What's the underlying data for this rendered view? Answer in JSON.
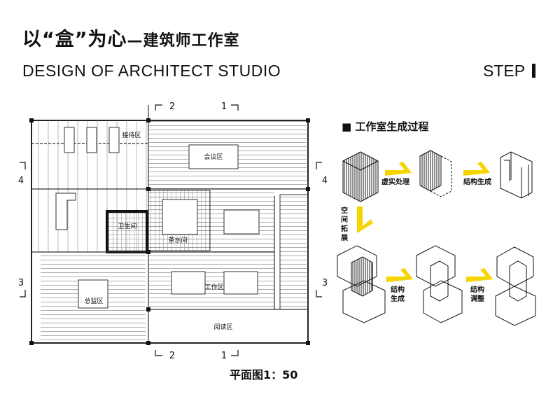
{
  "header": {
    "title_main": "以“盒”为心",
    "title_sub": "—建筑师工作室",
    "subtitle_en": "DESIGN OF ARCHITECT STUDIO",
    "step": "STEP"
  },
  "plan": {
    "rooms": {
      "reception": "接待区",
      "meeting": "会议区",
      "toilet": "卫生间",
      "tea": "茶水间",
      "work": "工作区",
      "director": "总监区",
      "reading": "阅读区"
    },
    "section_marks": {
      "s1": "1",
      "s2": "2",
      "s3": "3",
      "s4": "4"
    },
    "scale_label": "平面图1：50"
  },
  "process": {
    "title": "工作室生成过程",
    "steps": {
      "void_solid": "虚实处理",
      "structure1": "结构生成",
      "space_expand": "空间拓展",
      "structure2": "结构生成",
      "structure_adjust": "结构调整"
    }
  },
  "colors": {
    "arrow": "#f5d400",
    "ink": "#111111"
  }
}
